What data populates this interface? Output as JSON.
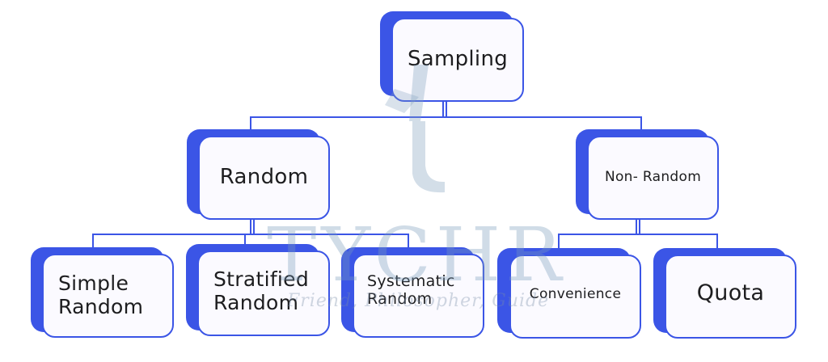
{
  "diagram": {
    "root": {
      "label": "Sampling"
    },
    "branches": [
      {
        "label": "Random",
        "children": [
          {
            "label": "Simple Random"
          },
          {
            "label": "Stratified Random"
          },
          {
            "label": "Systematic Random"
          }
        ]
      },
      {
        "label": "Non- Random",
        "children": [
          {
            "label": "Convenience"
          },
          {
            "label": "Quota"
          }
        ]
      }
    ]
  },
  "watermark": {
    "brand": "TYCHR",
    "tagline": "Friend, Philosopher, Guide"
  },
  "colors": {
    "accent": "#3b55e6",
    "box_fill": "#fbfaff",
    "text": "#1d1d1f"
  }
}
